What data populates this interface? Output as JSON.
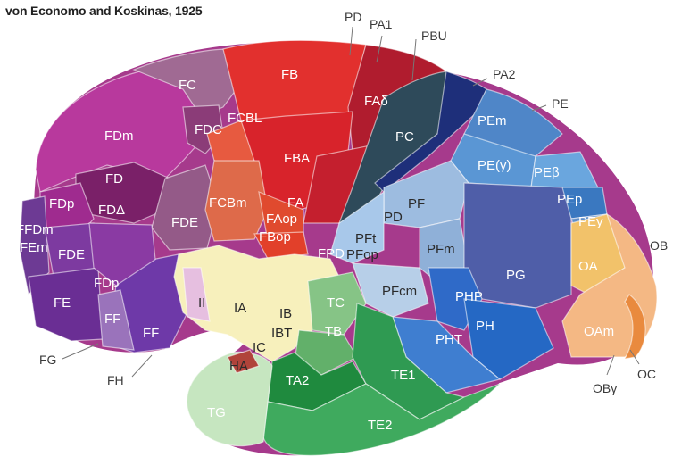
{
  "title": "von Economo and Koskinas, 1925",
  "labels": {
    "FB": "FB",
    "FA_top": "FAδ",
    "FC": "FC",
    "FCBL": "FCBL",
    "FDC": "FDC",
    "FDm": "FDm",
    "FD": "FD",
    "FDA": "FDΔ",
    "FDp": "FDp",
    "FDE_mid": "FDE",
    "FFDm": "FFDm",
    "FEm": "FEm",
    "FDE_left": "FDE",
    "FE": "FE",
    "FDp2": "FDp",
    "FF": "FF",
    "FF2": "FF",
    "FBA": "FBA",
    "FA": "FA",
    "FAop": "FAop",
    "FBop": "FBop",
    "FCBm": "FCBm",
    "PC": "PC",
    "PEm": "PEm",
    "PEg": "PE(γ)",
    "PEb": "PEβ",
    "PEp": "PEp",
    "PF": "PF",
    "PD": "PD",
    "PFt": "PFt",
    "PFop": "PFop",
    "PFm": "PFm",
    "PFcm": "PFcm",
    "PG": "PG",
    "PHP": "PHP",
    "PH": "PH",
    "PHT": "PHT",
    "OA": "OA",
    "OAm": "OAm",
    "Pdyn": "PEy",
    "IA": "IA",
    "IB": "IB",
    "II": "II",
    "IBT": "IBT",
    "IC": "IC",
    "HA": "HA",
    "TC": "TC",
    "TB": "TB",
    "TA2": "TA2",
    "TE1": "TE1",
    "TE2": "TE2",
    "TG": "TG",
    "FPD": "FPD"
  },
  "outer_labels": {
    "PD": "PD",
    "PA1": "PA1",
    "PBU": "PBU",
    "PA2": "PA2",
    "PE": "PE",
    "OB": "OB",
    "OC": "OC",
    "OBy": "OBγ",
    "FG": "FG",
    "FH": "FH"
  },
  "colors": {
    "prefrontal_magenta": "#b43a9a",
    "frontal_red": "#e2302e",
    "parietal_blue": "#4f86c8",
    "temporal_green": "#2f9a52",
    "occipital_orange": "#f2b27c",
    "insula_yellow": "#f6efb8"
  }
}
